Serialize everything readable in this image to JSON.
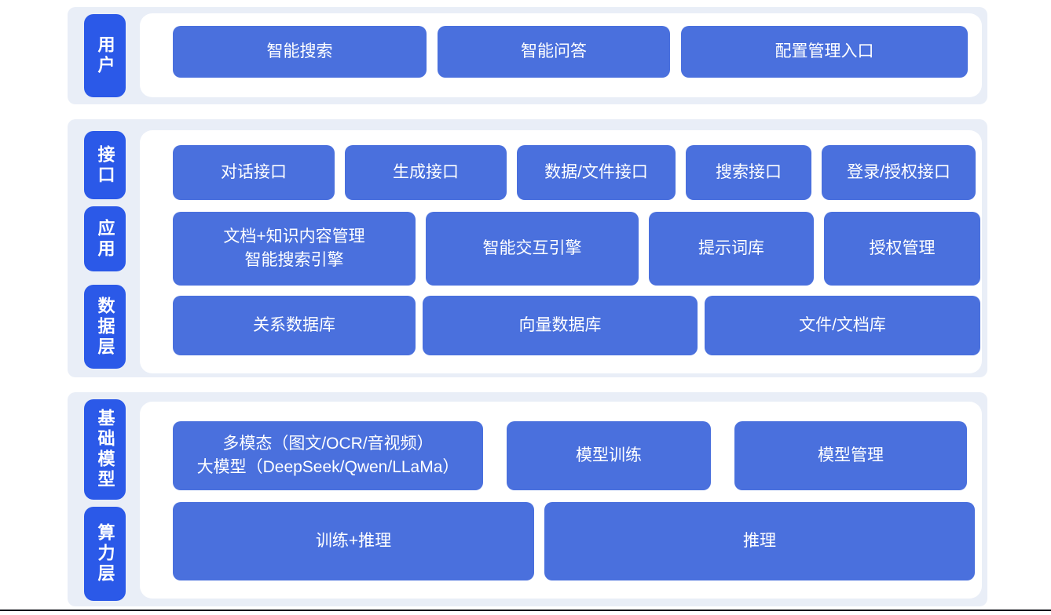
{
  "colors": {
    "section_bg": "#E9EEF7",
    "pill_bg": "#2B59E8",
    "button_bg": "#4A70DD",
    "button_text": "#FFFFFF",
    "bottom_line": "#14171C"
  },
  "sections": [
    {
      "pills": [
        {
          "label": "用户"
        }
      ],
      "rows": [
        {
          "buttons": [
            {
              "label": "智能搜索"
            },
            {
              "label": "智能问答"
            },
            {
              "label": "配置管理入口"
            }
          ]
        }
      ]
    },
    {
      "pills": [
        {
          "label": "接口"
        },
        {
          "label": "应用"
        },
        {
          "label": "数据层"
        }
      ],
      "rows": [
        {
          "buttons": [
            {
              "label": "对话接口"
            },
            {
              "label": "生成接口"
            },
            {
              "label": "数据/文件接口"
            },
            {
              "label": "搜索接口"
            },
            {
              "label": "登录/授权接口"
            }
          ]
        },
        {
          "buttons": [
            {
              "label": "文档+知识内容管理\n智能搜索引擎"
            },
            {
              "label": "智能交互引擎"
            },
            {
              "label": "提示词库"
            },
            {
              "label": "授权管理"
            }
          ]
        },
        {
          "buttons": [
            {
              "label": "关系数据库"
            },
            {
              "label": "向量数据库"
            },
            {
              "label": "文件/文档库"
            }
          ]
        }
      ]
    },
    {
      "pills": [
        {
          "label": "基础模型"
        },
        {
          "label": "算力层"
        }
      ],
      "rows": [
        {
          "buttons": [
            {
              "label": "多模态（图文/OCR/音视频）\n大模型（DeepSeek/Qwen/LLaMa）"
            },
            {
              "label": "模型训练"
            },
            {
              "label": "模型管理"
            }
          ]
        },
        {
          "buttons": [
            {
              "label": "训练+推理"
            },
            {
              "label": "推理"
            }
          ]
        }
      ]
    }
  ]
}
